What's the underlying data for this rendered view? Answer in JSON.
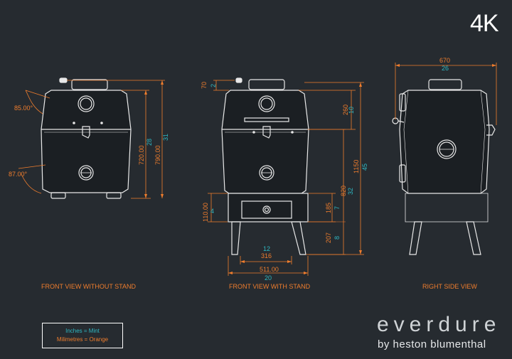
{
  "badge": "4K",
  "colors": {
    "background": "#262b30",
    "inches": "#2fb8c2",
    "millimetres": "#ef7d2d",
    "lines": "#e8e8e8"
  },
  "views": {
    "front_no_stand": {
      "label": "FRONT VIEW WITHOUT STAND",
      "angle_top": "85.00°",
      "angle_bottom": "87.00°",
      "height_mm": "720.00",
      "height_in": "28",
      "total_height_mm": "790.00",
      "total_height_in": "31"
    },
    "front_with_stand": {
      "label": "FRONT VIEW WITH STAND",
      "top_mm": "70",
      "top_in": "2",
      "lid_mm": "260",
      "lid_in": "10",
      "total_mm": "1150",
      "total_in": "45",
      "body_mm": "820",
      "body_in": "32",
      "drawer_mm": "110.00",
      "drawer_in": "4",
      "drawer2_mm": "185",
      "drawer2_in": "7",
      "leg_mm": "207",
      "leg_in": "8",
      "leg_gap_in": "12",
      "leg_gap_mm": "316",
      "width_mm": "511.00",
      "width_in": "20"
    },
    "right_side": {
      "label": "RIGHT SIDE VIEW",
      "depth_mm": "670",
      "depth_in": "26"
    }
  },
  "legend": {
    "inches": "Inches = Mint",
    "millimetres": "Milimetres = Orange"
  },
  "brand": {
    "name": "everdure",
    "tagline": "by heston blumenthal"
  }
}
